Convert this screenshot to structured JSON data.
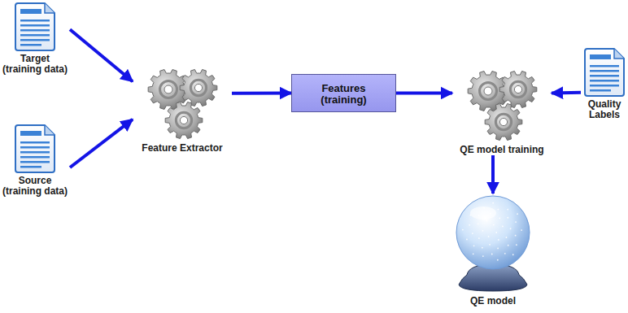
{
  "diagram": {
    "nodes": [
      {
        "text": [
          "Target (training data)"
        ]
      },
      {
        "text": [
          "Source (training data)"
        ]
      },
      {
        "text": [
          "Feature Extractor"
        ]
      },
      {
        "text": [
          "Features (training)"
        ]
      },
      {
        "text": [
          "QE model training"
        ]
      },
      {
        "text": [
          "Quality Labels"
        ]
      },
      {
        "text": [
          "QE model"
        ]
      }
    ],
    "edges": [
      {
        "from": 0,
        "to": 2,
        "arrow": "to"
      },
      {
        "from": 1,
        "to": 2,
        "arrow": "to"
      },
      {
        "from": 2,
        "to": 3,
        "arrow": "to"
      },
      {
        "from": 3,
        "to": 4,
        "arrow": "to"
      },
      {
        "from": 5,
        "to": 4,
        "arrow": "to"
      },
      {
        "from": 4,
        "to": 6,
        "arrow": "to"
      }
    ]
  }
}
